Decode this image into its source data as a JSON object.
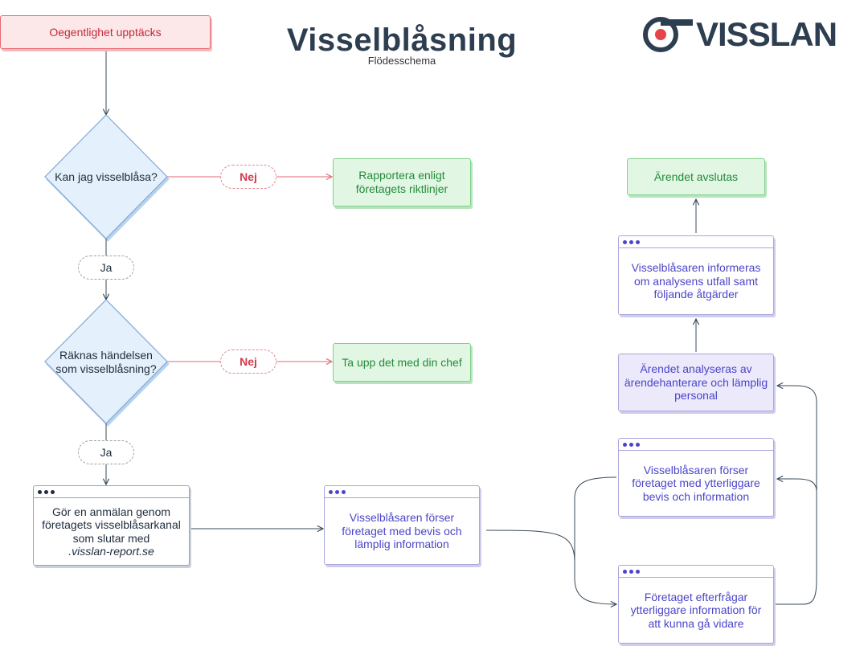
{
  "header": {
    "title": "Visselblåsning",
    "subtitle": "Flödesschema",
    "logo_text": "VISSLAN"
  },
  "colors": {
    "navy": "#2d3e50",
    "red": "#c8283a",
    "green": "#248a3a",
    "purple": "#4b45c9",
    "logo_dot": "#e8424a"
  },
  "nodes": {
    "start": "Oegentlighet upptäcks",
    "q1": "Kan jag visselblåsa?",
    "q2": "Räknas händelsen som visselblåsning?",
    "no1_result": "Rapportera enligt företagets riktlinjer",
    "no2_result": "Ta upp det med din chef",
    "report_text": "Gör en anmälan genom företagets visselblåsarkanal som slutar med",
    "report_domain": ".visslan-report.se",
    "provide": "Visselblåsaren förser företaget med bevis och lämplig information",
    "request_more": "Företaget efterfrågar ytterliggare information för att kunna gå vidare",
    "provide_more": "Visselblåsaren förser företaget med ytterliggare bevis och information",
    "analyze": "Ärendet analyseras av ärendehanterare och lämplig personal",
    "inform": "Visselblåsaren informeras om analysens utfall samt följande åtgärder",
    "closed": "Ärendet avslutas"
  },
  "labels": {
    "no": "Nej",
    "yes": "Ja"
  }
}
